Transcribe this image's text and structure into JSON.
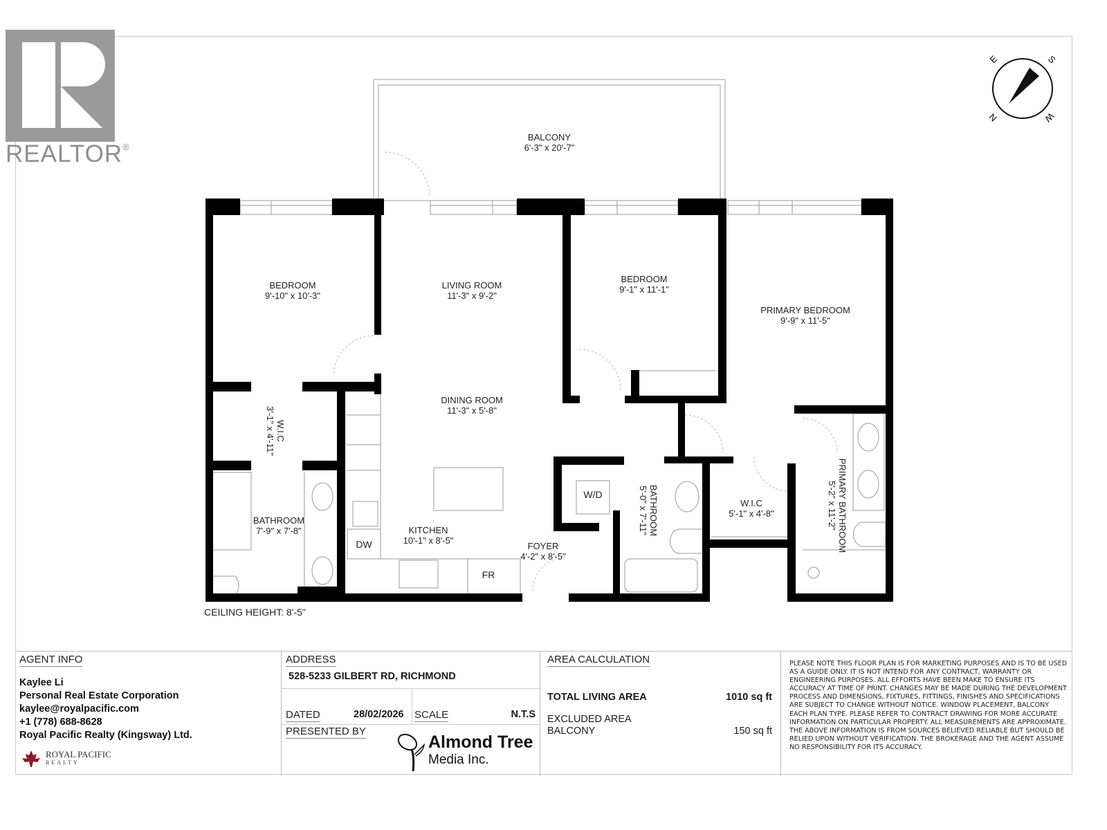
{
  "branding": {
    "realtor_wordmark": "REALTOR",
    "realtor_mark": "®",
    "compass": {
      "labels": {
        "top_left": "E",
        "top_right": "S",
        "bottom_left": "N",
        "bottom_right": "W"
      }
    }
  },
  "floor_plan": {
    "rooms": [
      {
        "name": "BALCONY",
        "dims": "6'-3\" x 20'-7\""
      },
      {
        "name": "BEDROOM",
        "dims": "9'-10\" x 10'-3\""
      },
      {
        "name": "LIVING ROOM",
        "dims": "11'-3\" x 9'-2\""
      },
      {
        "name": "BEDROOM",
        "dims": "9'-1\" x 11'-1\""
      },
      {
        "name": "PRIMARY BEDROOM",
        "dims": "9'-9\" x 11'-5\""
      },
      {
        "name": "W.I.C",
        "dims": "3'-1\" x 4'-11\""
      },
      {
        "name": "DINING ROOM",
        "dims": "11'-3\" x 5'-8\""
      },
      {
        "name": "BATHROOM",
        "dims": "7'-9\" x 7'-8\""
      },
      {
        "name": "KITCHEN",
        "dims": "10'-1\" x 8'-5\""
      },
      {
        "name": "FOYER",
        "dims": "4'-2\" x 8'-5\""
      },
      {
        "name": "BATHROOM",
        "dims": "5'-0\" x 7'-11\""
      },
      {
        "name": "W.I.C",
        "dims": "5'-1\" x 4'-8\""
      },
      {
        "name": "PRIMARY BATHROOM",
        "dims": "5'-2\" x 11'-2\""
      }
    ],
    "appliances": {
      "washer_dryer": "W/D",
      "dishwasher": "DW",
      "fridge": "FR"
    },
    "ceiling_height": "CEILING HEIGHT: 8'-5\""
  },
  "footer": {
    "agent": {
      "header": "AGENT INFO",
      "name": "Kaylee Li",
      "title": "Personal Real Estate Corporation",
      "email": "kaylee@royalpacific.com",
      "phone": "+1 (778) 688-8628",
      "brokerage": "Royal Pacific Realty (Kingsway) Ltd.",
      "logo_text": "ROYAL PACIFIC",
      "logo_subtext": "REALTY"
    },
    "address": {
      "header": "ADDRESS",
      "value": "528-5233 GILBERT RD, RICHMOND",
      "dated_label": "DATED",
      "dated_value": "28/02/2026",
      "scale_label": "SCALE",
      "scale_value": "N.T.S",
      "presented_by_label": "PRESENTED BY",
      "presenter_name": "Almond Tree",
      "presenter_sub": "Media Inc."
    },
    "area": {
      "header": "AREA CALCULATION",
      "total_label": "TOTAL LIVING AREA",
      "total_value": "1010 sq ft",
      "excluded_label": "EXCLUDED AREA",
      "balcony_label": "BALCONY",
      "balcony_value": "150 sq ft"
    },
    "disclaimer": "PLEASE NOTE THIS FLOOR PLAN IS FOR MARKETING PURPOSES AND IS TO BE USED AS A GUIDE ONLY. IT IS NOT INTEND FOR ANY CONTRACT, WARRANTY OR ENGINEERING PURPOSES. ALL EFFORTS HAVE BEEN MAKE TO ENSURE ITS ACCURACY AT TIME OF PRINT. CHANGES MAY BE MADE DURING THE DEVELOPMENT PROCESS AND DIMENSIONS, FIXTURES, FITTINGS, FINISHES AND SPECIFICATIONS ARE SUBJECT TO CHANGE WITHOUT NOTICE. WINDOW PLACEMENT, BALCONY EACH PLAN TYPE. PLEASE REFER TO CONTRACT DRAWING FOR MORE ACCURATE INFORMATION ON PARTICULAR PROPERTY. ALL MEASUREMENTS ARE APPROXIMATE. THE ABOVE INFORMATION IS FROM SOURCES BELIEVED RELIABLE BUT SHOULD BE RELIED UPON WITHOUT VERIFICATION. THE BROKERAGE AND THE AGENT ASSUME NO RESPONSIBILITY FOR ITS ACCURACY."
  }
}
